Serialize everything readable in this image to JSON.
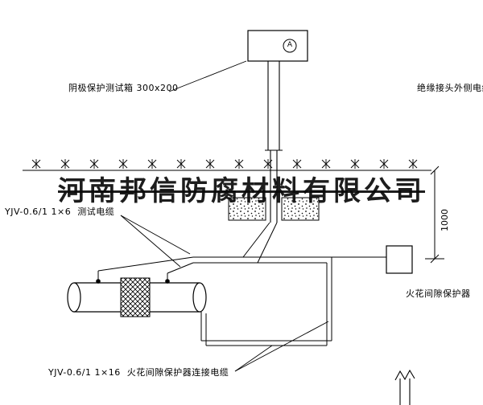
{
  "meta": {
    "type": "cathodic-protection-test-station-diagram",
    "background_color": "#ffffff",
    "line_color": "#000000"
  },
  "watermark": {
    "text": "河南邦信防腐材料有限公司"
  },
  "labels": {
    "test_box": "阴极保护测试箱 300x200",
    "outside_cable": "绝缘接头外侧电缆",
    "test_cable": "YJV-0.6/1 1×6  测试电缆",
    "dimension": "1000",
    "spark_gap_protector": "火花间隙保护器",
    "connection_cable": "YJV-0.6/1 1×16  火花间隙保护器连接电缆",
    "meter": "A"
  }
}
